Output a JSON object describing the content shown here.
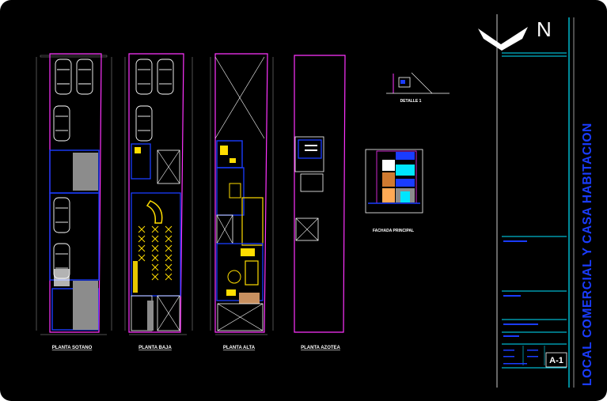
{
  "north_label": "N",
  "plans": [
    {
      "label": "PLANTA SOTANO"
    },
    {
      "label": "PLANTA BAJA"
    },
    {
      "label": "PLANTA ALTA"
    },
    {
      "label": "PLANTA AZOTEA"
    }
  ],
  "detail": {
    "label": "DETALLE 1"
  },
  "facade": {
    "label": "FACHADA PRINCIPAL"
  },
  "title_block": {
    "project_title": "LOCAL COMERCIAL Y CASA HABITACION",
    "sheet_number": "A-1"
  },
  "colors": {
    "background": "#000000",
    "property_line": "#ff33ff",
    "walls": "#1a3cff",
    "furniture": "#ffdd00",
    "title_block_lines": "#00e5ff"
  }
}
